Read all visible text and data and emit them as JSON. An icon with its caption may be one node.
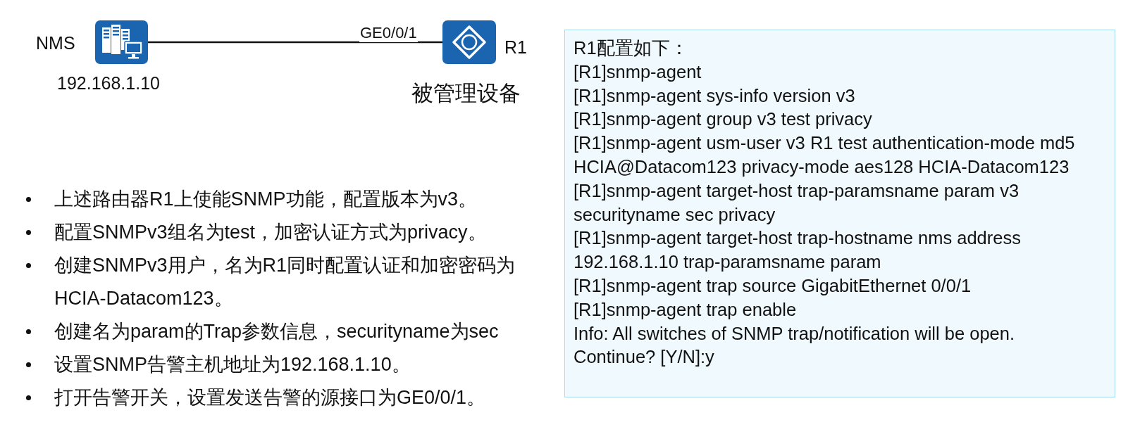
{
  "diagram": {
    "nodes": [
      {
        "text": [],
        "shape": "picture",
        "beside": [
          "NMS",
          "192.168.1.10"
        ]
      },
      {
        "text": [],
        "shape": "picture",
        "beside": [
          "R1",
          "被管理设备"
        ]
      },
      {
        "text": [
          "R1配置如下：",
          "[R1]snmp-agent",
          "[R1]snmp-agent sys-info version v3",
          "[R1]snmp-agent group v3 test privacy",
          "[R1]snmp-agent usm-user v3 R1 test authentication-mode md5 HCIA@Datacom123 privacy-mode aes128 HCIA-Datacom123",
          "[R1]snmp-agent target-host trap-paramsname param v3 securityname sec privacy",
          "[R1]snmp-agent target-host trap-hostname nms address 192.168.1.10 trap-paramsname param",
          "[R1]snmp-agent trap source GigabitEthernet 0/0/1",
          "[R1]snmp-agent trap enable",
          "Info: All switches of SNMP trap/notification will be open. Continue? [Y/N]:y"
        ]
      }
    ],
    "edges": [
      {
        "from": 0,
        "to": 1,
        "arrow": "none",
        "label": "GE0/0/1"
      }
    ],
    "labels": [
      "上述路由器R1上使能SNMP功能，配置版本为v3。",
      "配置SNMPv3组名为test，加密认证方式为privacy。",
      "创建SNMPv3用户，名为R1同时配置认证和加密密码为HCIA-Datacom123。",
      "创建名为param的Trap参数信息，securityname为sec",
      "设置SNMP告警主机地址为192.168.1.10。",
      "打开告警开关，设置发送告警的源接口为GE0/0/1。"
    ]
  }
}
